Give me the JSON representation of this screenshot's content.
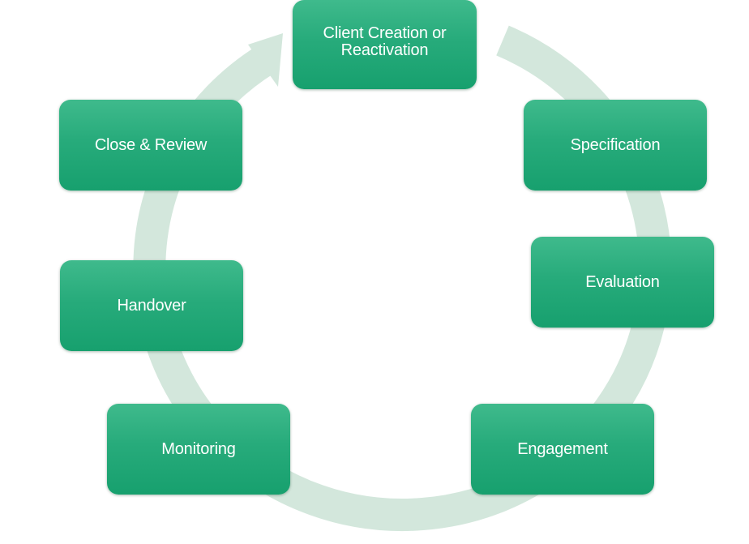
{
  "diagram": {
    "type": "cycle",
    "colors": {
      "step_fill": "#27ab7b",
      "ring": "#d3e7dc",
      "label": "#ffffff"
    },
    "steps": [
      {
        "label": "Client Creation or Reactivation"
      },
      {
        "label": "Specification"
      },
      {
        "label": "Evaluation"
      },
      {
        "label": "Engagement"
      },
      {
        "label": "Monitoring"
      },
      {
        "label": "Handover"
      },
      {
        "label": "Close & Review"
      }
    ]
  }
}
